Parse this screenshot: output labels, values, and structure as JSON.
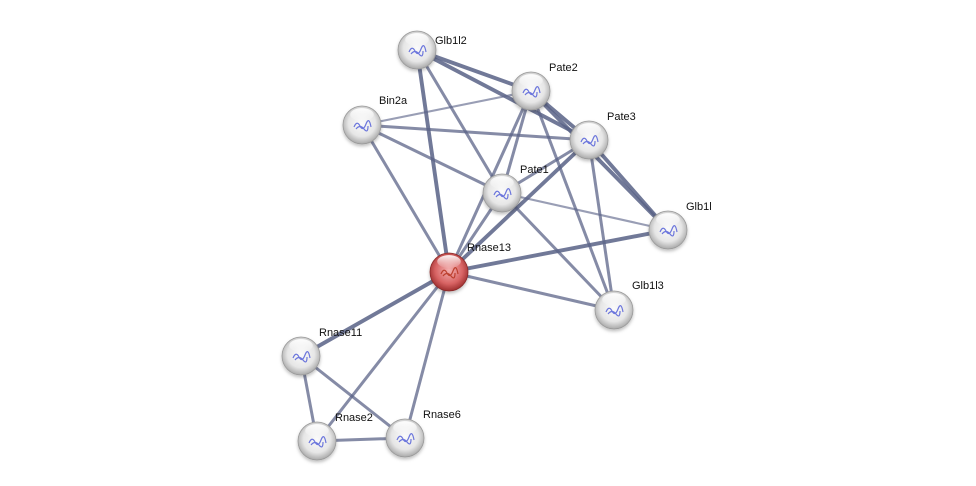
{
  "network": {
    "type": "protein-interaction-network",
    "query_protein": "Rnase13",
    "colors": {
      "edge": "#5a6387",
      "node_default": "#e8e8e8",
      "node_query": "#d45a5a",
      "label": "#111111"
    },
    "nodes": [
      {
        "id": "Glb1l2",
        "label": "Glb1l2",
        "query": false
      },
      {
        "id": "Pate2",
        "label": "Pate2",
        "query": false
      },
      {
        "id": "Bin2a",
        "label": "Bin2a",
        "query": false
      },
      {
        "id": "Pate3",
        "label": "Pate3",
        "query": false
      },
      {
        "id": "Pate1",
        "label": "Pate1",
        "query": false
      },
      {
        "id": "Glb1l",
        "label": "Glb1l",
        "query": false
      },
      {
        "id": "Rnase13",
        "label": "Rnase13",
        "query": true
      },
      {
        "id": "Glb1l3",
        "label": "Glb1l3",
        "query": false
      },
      {
        "id": "Rnase11",
        "label": "Rnase11",
        "query": false
      },
      {
        "id": "Rnase2",
        "label": "Rnase2",
        "query": false
      },
      {
        "id": "Rnase6",
        "label": "Rnase6",
        "query": false
      }
    ],
    "edges": [
      {
        "source": "Glb1l2",
        "target": "Pate2",
        "weight": 3
      },
      {
        "source": "Glb1l2",
        "target": "Pate3",
        "weight": 3
      },
      {
        "source": "Glb1l2",
        "target": "Pate1",
        "weight": 2
      },
      {
        "source": "Glb1l2",
        "target": "Rnase13",
        "weight": 3
      },
      {
        "source": "Pate2",
        "target": "Bin2a",
        "weight": 1
      },
      {
        "source": "Pate2",
        "target": "Pate3",
        "weight": 3
      },
      {
        "source": "Pate2",
        "target": "Glb1l",
        "weight": 3
      },
      {
        "source": "Pate2",
        "target": "Pate1",
        "weight": 2
      },
      {
        "source": "Pate2",
        "target": "Rnase13",
        "weight": 2
      },
      {
        "source": "Pate2",
        "target": "Glb1l3",
        "weight": 2
      },
      {
        "source": "Bin2a",
        "target": "Pate3",
        "weight": 2
      },
      {
        "source": "Bin2a",
        "target": "Pate1",
        "weight": 2
      },
      {
        "source": "Bin2a",
        "target": "Rnase13",
        "weight": 2
      },
      {
        "source": "Pate3",
        "target": "Glb1l",
        "weight": 3
      },
      {
        "source": "Pate3",
        "target": "Pate1",
        "weight": 2
      },
      {
        "source": "Pate3",
        "target": "Rnase13",
        "weight": 3
      },
      {
        "source": "Pate3",
        "target": "Glb1l3",
        "weight": 2
      },
      {
        "source": "Pate1",
        "target": "Glb1l",
        "weight": 1
      },
      {
        "source": "Pate1",
        "target": "Rnase13",
        "weight": 2
      },
      {
        "source": "Pate1",
        "target": "Glb1l3",
        "weight": 2
      },
      {
        "source": "Glb1l",
        "target": "Rnase13",
        "weight": 3
      },
      {
        "source": "Rnase13",
        "target": "Glb1l3",
        "weight": 2
      },
      {
        "source": "Rnase13",
        "target": "Rnase11",
        "weight": 3
      },
      {
        "source": "Rnase13",
        "target": "Rnase2",
        "weight": 2
      },
      {
        "source": "Rnase13",
        "target": "Rnase6",
        "weight": 2
      },
      {
        "source": "Rnase11",
        "target": "Rnase2",
        "weight": 2
      },
      {
        "source": "Rnase11",
        "target": "Rnase6",
        "weight": 2
      },
      {
        "source": "Rnase2",
        "target": "Rnase6",
        "weight": 2
      }
    ]
  }
}
